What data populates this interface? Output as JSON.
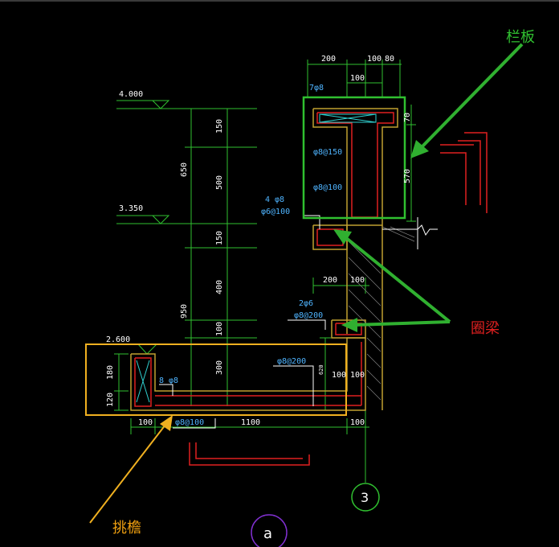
{
  "callouts": {
    "parapet": "栏板",
    "ring_beam": "圈梁",
    "eave": "挑檐"
  },
  "elevations": {
    "top": "4.000",
    "middle": "3.350",
    "bottom": "2.600"
  },
  "dimensions": {
    "top_200": "200",
    "top_100": "100",
    "top_80": "80",
    "top_100_below": "100",
    "v_150_a": "150",
    "v_500": "500",
    "v_650": "650",
    "v_150_b": "150",
    "v_400": "400",
    "v_950": "950",
    "v_100": "100",
    "v_300": "300",
    "v_70": "70",
    "v_570": "570",
    "mid_200": "200",
    "mid_100": "100",
    "left_180": "180",
    "left_120": "120",
    "right_100": "100",
    "right_100b": "100",
    "right_620": "620",
    "bottom_100": "100",
    "bottom_1100": "1100",
    "bottom_100_right": "100"
  },
  "rebar_labels": {
    "top_7phi8": "7φ8",
    "phi8_150": "φ8@150",
    "phi8_100_parapet": "φ8@100",
    "four_phi8": "4 φ8",
    "phi6_100": "φ6@100",
    "two_phi6": "2φ6",
    "phi8_200_mid": "φ8@200",
    "phi8_200_eave": "φ8@200",
    "eight_phi8": "8 φ8",
    "phi8_100_bottom": "φ8@100"
  },
  "axes": {
    "axis_3": "3",
    "axis_a": "a"
  },
  "colors": {
    "background": "#000000",
    "concrete_outline": "#c0a030",
    "rebar": "#e02020",
    "dimension_line": "#30c030",
    "parapet_box": "#30c030",
    "eave_box": "#f0b020",
    "callout_arrow_green": "#30b030",
    "callout_arrow_orange": "#f0b020",
    "axis_circle": "#30c030",
    "axis_circle_a": "#8030d0",
    "rebar_text": "#4fb4ff"
  }
}
